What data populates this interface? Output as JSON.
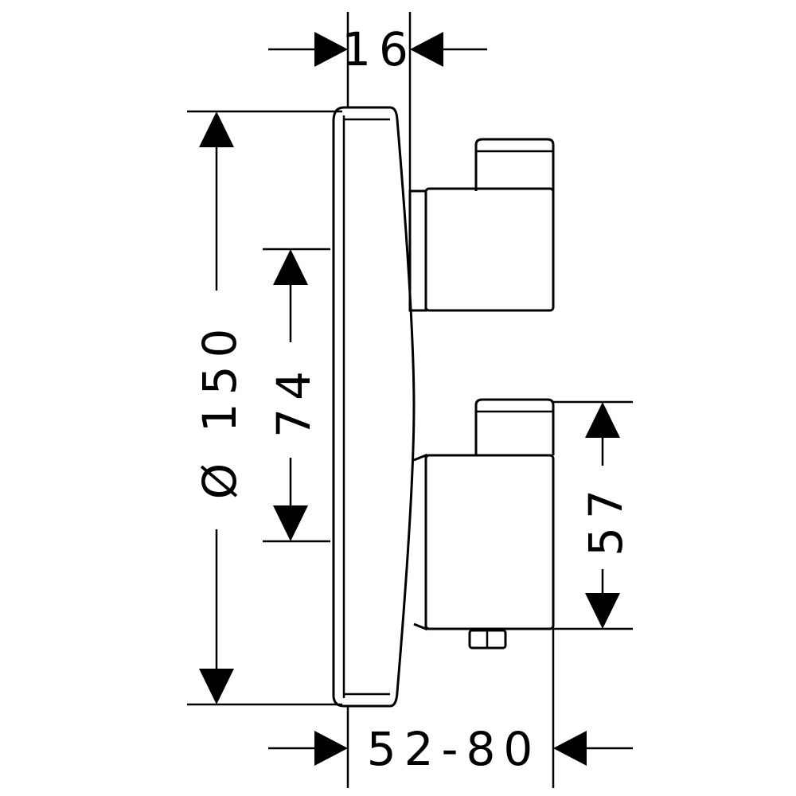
{
  "title": "Thermostat mixer dimension drawing",
  "dimensions": {
    "cover_depth": "16",
    "diameter": "Ø 150",
    "handle_spacing": "74",
    "handle_height": "57",
    "installation_depth": "52-80"
  },
  "colors": {
    "line": "#000000",
    "background": "#ffffff"
  }
}
